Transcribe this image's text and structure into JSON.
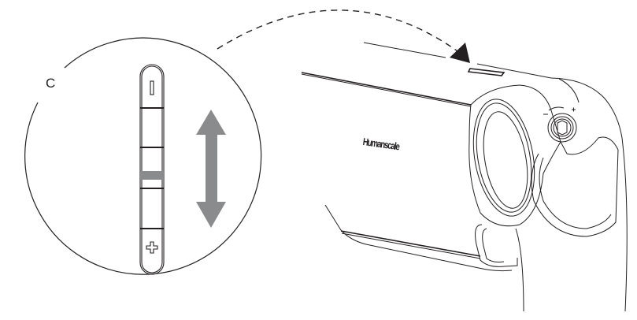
{
  "diagram": {
    "callout": {
      "label": "C",
      "control_strip": {
        "top_symbol": "minus-icon",
        "bottom_symbol": "plus-icon",
        "segments": 5,
        "indicator": "current-level-bar"
      },
      "direction_indicator": "double-arrow-vertical"
    },
    "device": {
      "brand_text": "Humanscale",
      "focus_dial": {
        "minus_label": "-",
        "plus_label": "+"
      }
    },
    "colors": {
      "line": "#231f20",
      "arrow_fill": "#8a8b8d",
      "background": "#ffffff"
    }
  }
}
